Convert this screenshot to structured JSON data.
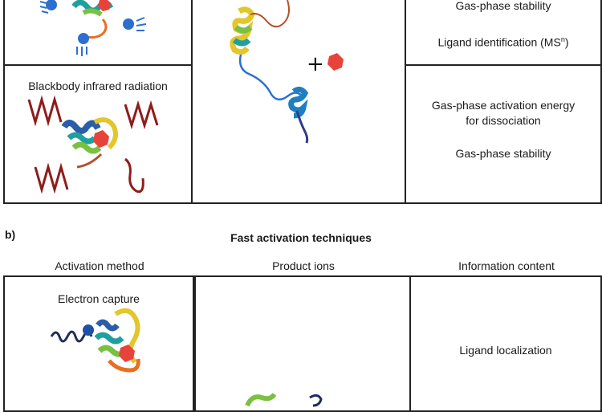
{
  "top": {
    "method_label_2": "Blackbody infrared radiation",
    "info_1_line1": "Gas-phase stability",
    "info_1_line2": "Ligand identification (MS",
    "info_1_sup": "n",
    "info_1_close": ")",
    "info_2_line1": "Gas-phase activation energy",
    "info_2_line2": "for dissociation",
    "info_2_line3": "Gas-phase stability",
    "plus": "+"
  },
  "bottom": {
    "panel_label": "b)",
    "title": "Fast activation techniques",
    "col_headers": [
      "Activation method",
      "Product ions",
      "Information content"
    ],
    "method_label_1": "Electron capture",
    "info_1": "Ligand localization"
  },
  "colors": {
    "wave_red": "#8e1c1c",
    "wave_navy": "#1f2d5c",
    "ligand": "#e8433a",
    "ion_blue": "#2d6fd1"
  }
}
